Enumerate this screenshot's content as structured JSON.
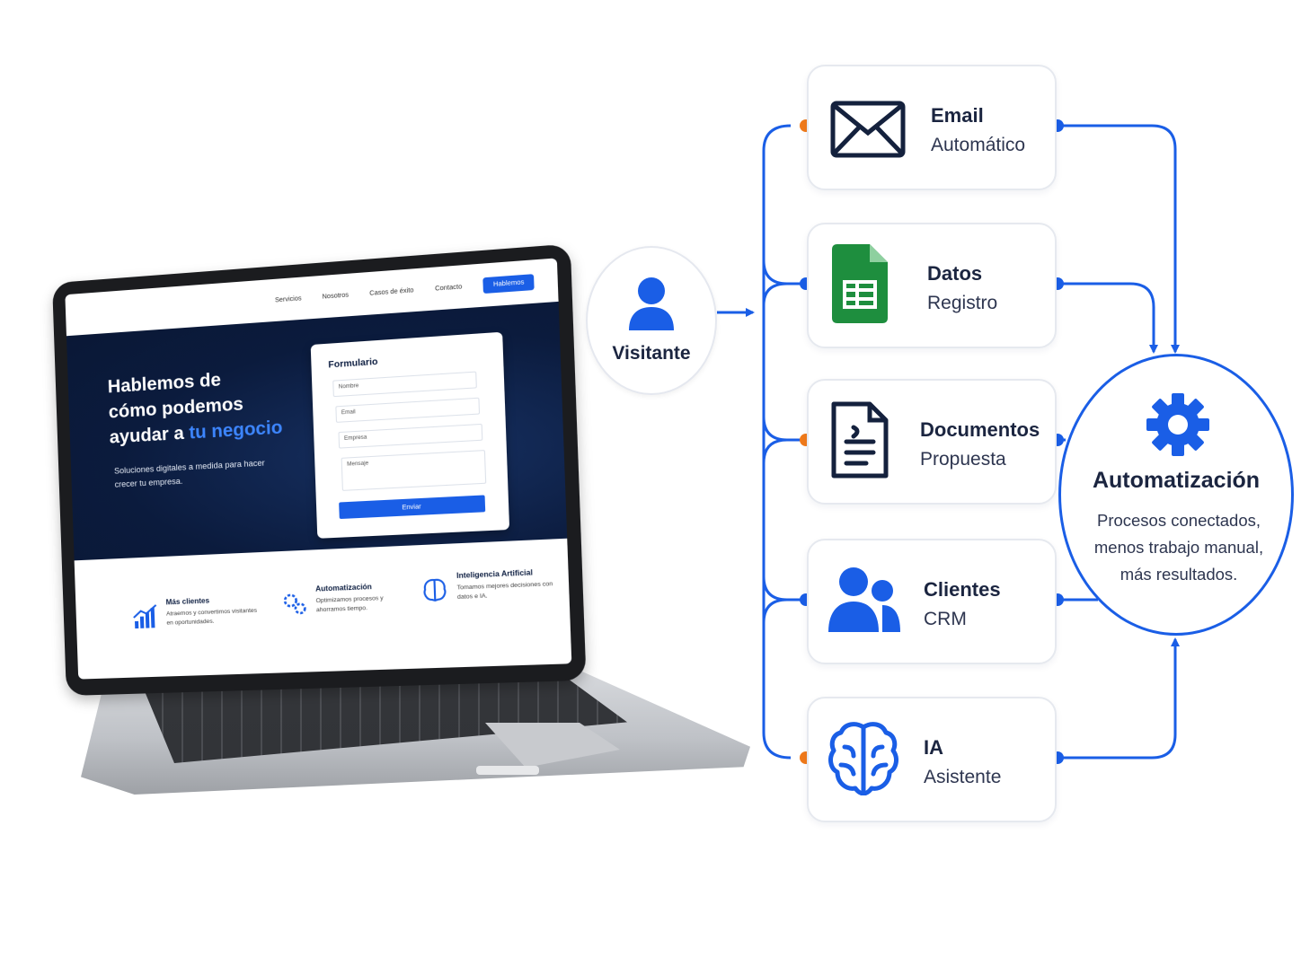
{
  "site": {
    "nav": [
      "Servicios",
      "Nosotros",
      "Casos de éxito",
      "Contacto"
    ],
    "nav_cta": "Hablemos",
    "hero_title_l1": "Hablemos de",
    "hero_title_l2": "cómo podemos",
    "hero_title_l3a": "ayudar a ",
    "hero_title_l3b": "tu negocio",
    "hero_sub": "Soluciones digitales a medida para hacer crecer tu empresa.",
    "form": {
      "title": "Formulario",
      "fields": [
        "Nombre",
        "Email",
        "Empresa",
        "Mensaje"
      ],
      "submit": "Enviar"
    },
    "features": [
      {
        "title": "Más clientes",
        "desc": "Atraemos y convertimos visitantes en oportunidades."
      },
      {
        "title": "Automatización",
        "desc": "Optimizamos procesos y ahorramos tiempo."
      },
      {
        "title": "Inteligencia Artificial",
        "desc": "Tomamos mejores decisiones con datos e IA."
      }
    ]
  },
  "diagram": {
    "visitor_label": "Visitante",
    "nodes": [
      {
        "title": "Email",
        "subtitle": "Automático",
        "icon": "envelope-icon"
      },
      {
        "title": "Datos",
        "subtitle": "Registro",
        "icon": "spreadsheet-icon"
      },
      {
        "title": "Documentos",
        "subtitle": "Propuesta",
        "icon": "document-icon"
      },
      {
        "title": "Clientes",
        "subtitle": "CRM",
        "icon": "users-icon"
      },
      {
        "title": "IA",
        "subtitle": "Asistente",
        "icon": "brain-icon"
      }
    ],
    "hub_title": "Automatización",
    "hub_desc_l1": "Procesos conectados,",
    "hub_desc_l2": "menos trabajo manual,",
    "hub_desc_l3": "más resultados.",
    "hub_icon": "gear-icon"
  },
  "colors": {
    "accent": "#1a5ee6",
    "navy": "#0c1d40",
    "orange_dot": "#f07a1a",
    "sheets_green": "#1e8e3e"
  }
}
